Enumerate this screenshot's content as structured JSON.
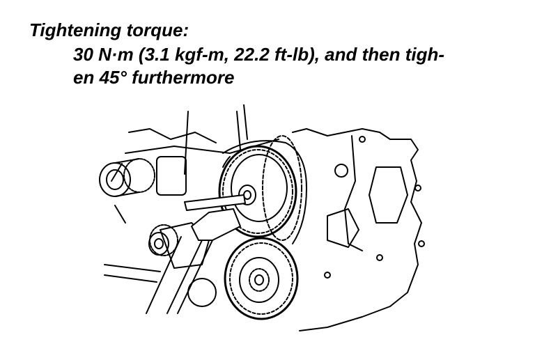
{
  "spec": {
    "label": "Tightening torque:",
    "line1": "30 N·m (3.1 kgf-m, 22.2 ft-lb), and then tigh-",
    "line2": "en 45° furthermore"
  }
}
